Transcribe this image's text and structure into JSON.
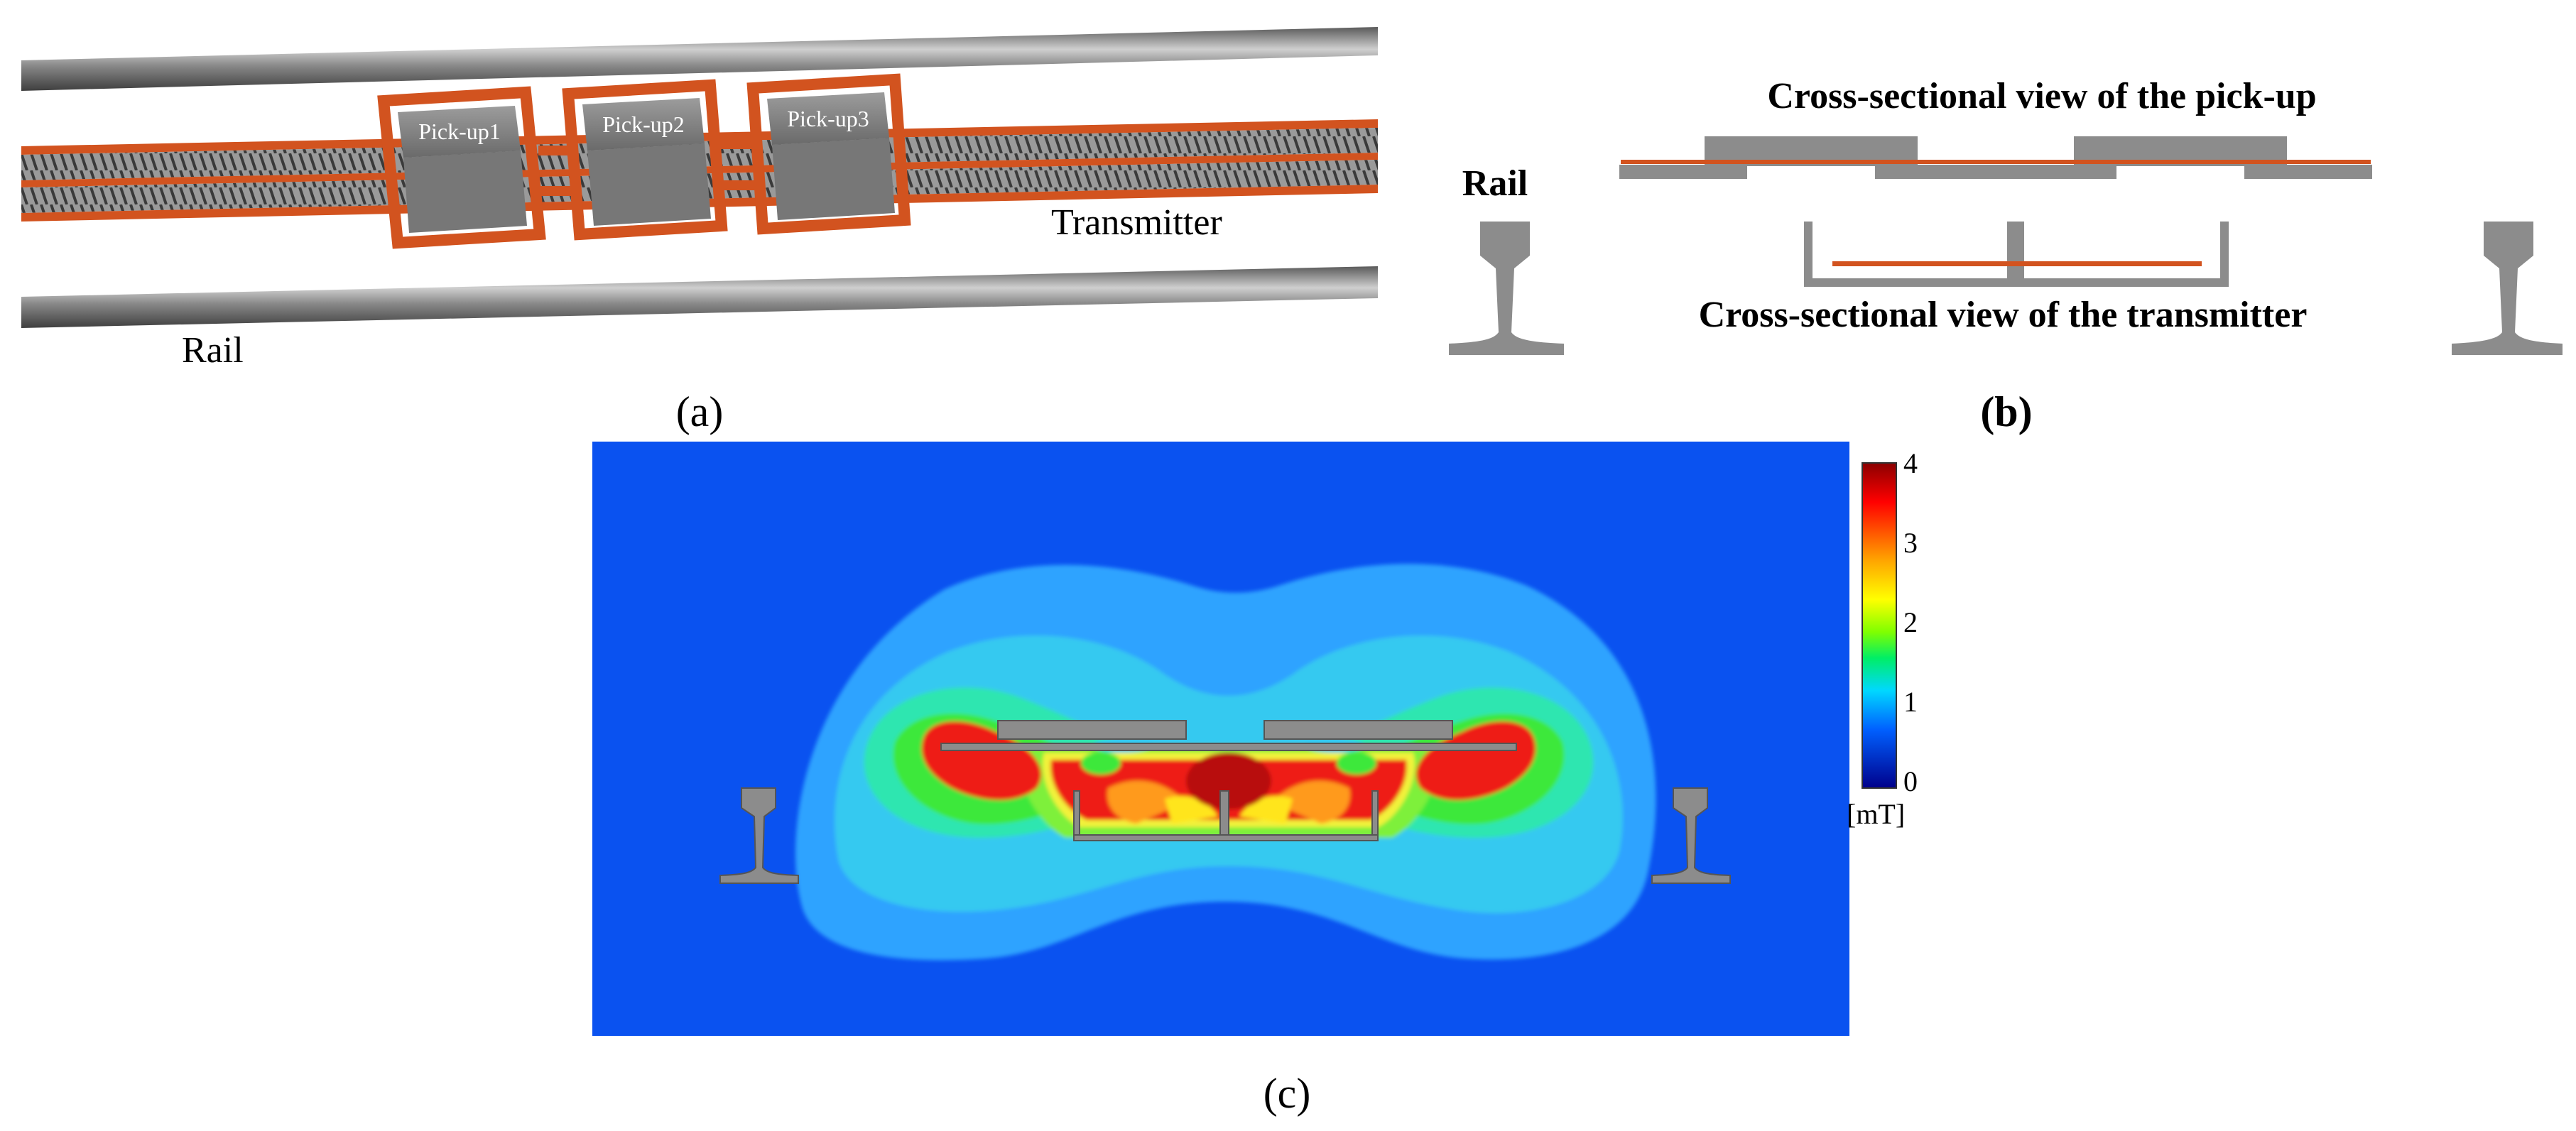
{
  "panel_a": {
    "pickups": [
      "Pick-up1",
      "Pick-up2",
      "Pick-up3"
    ],
    "transmitter_label": "Transmitter",
    "rail_label": "Rail",
    "caption": "(a)"
  },
  "panel_b": {
    "rail_label": "Rail",
    "pickup_title": "Cross-sectional view of the pick-up",
    "transmitter_title": "Cross-sectional view of the transmitter",
    "caption": "(b)"
  },
  "panel_c": {
    "colorbar": {
      "ticks": [
        "4",
        "3",
        "2",
        "1",
        "0"
      ],
      "unit": "[mT]"
    },
    "caption": "(c)"
  },
  "colors": {
    "coil_orange": "#d2531f",
    "rail_gray": "#8c8c8c",
    "field_background": "#0a52f0"
  }
}
